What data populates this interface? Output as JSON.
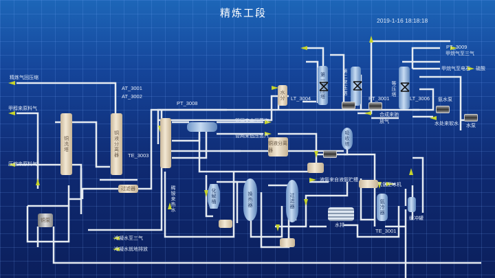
{
  "header": {
    "title": "精炼工段",
    "datetime": "2019-1-16 18:18:18"
  },
  "colors": {
    "pipe": "#e6ecf2",
    "arrow": "#c8d42a",
    "background": "#0f2a72"
  },
  "tags": {
    "at3001": "AT_3001",
    "at3002": "AT_3002",
    "pt3008": "PT_3008",
    "te3003": "TE_3003",
    "lt3004": "LT_3004",
    "pt3001": "PT_3001",
    "lt3006": "LT_3006",
    "pt3009": "PT_3009",
    "te3001": "TE_3001"
  },
  "streams": {
    "refine_return": "精炼气回压缩",
    "methanol_feed": "甲醇来原料气",
    "compress_feed": "压缩来原料气",
    "cond_to_gas": "冷凝水至三气",
    "cond_drain": "冷凝水就地排放",
    "ammonium_water": "稀铵来热水",
    "mid_steam": "管网来中压蒸汽",
    "low_steam": "管网来低压蒸汽",
    "purge_gas": "合成来驰放气",
    "ch4_gas": "甲烷气至三气",
    "ch4_carbide": "甲烷气至电石",
    "sulfuric": "硫酸",
    "soft_water": "水处来软水",
    "liquid_ammonia": "液氨来自液氨贮槽",
    "gas_ammonia": "气氨至冰机"
  },
  "equipment": {
    "copper_wash_tower": "铜洗塔",
    "copper_separator": "铜液分离器",
    "filter1": "过滤器",
    "copper_pump": "铜泵",
    "water_sep": "水分",
    "tower1": "第一常压塔",
    "tower2": "第二常压塔",
    "iso_tower": "等压塔",
    "ammonia_pump": "氨水泵",
    "water_pump": "水泵",
    "copper_separator2": "铜液分离器",
    "absorber": "吸收塔",
    "dissolver": "化解桶",
    "heat_exchanger": "换热器",
    "filter2": "过滤器",
    "water_drain": "水排",
    "ammonia_cooler": "氨冷器",
    "buffer_tank": "缓冲罐"
  }
}
